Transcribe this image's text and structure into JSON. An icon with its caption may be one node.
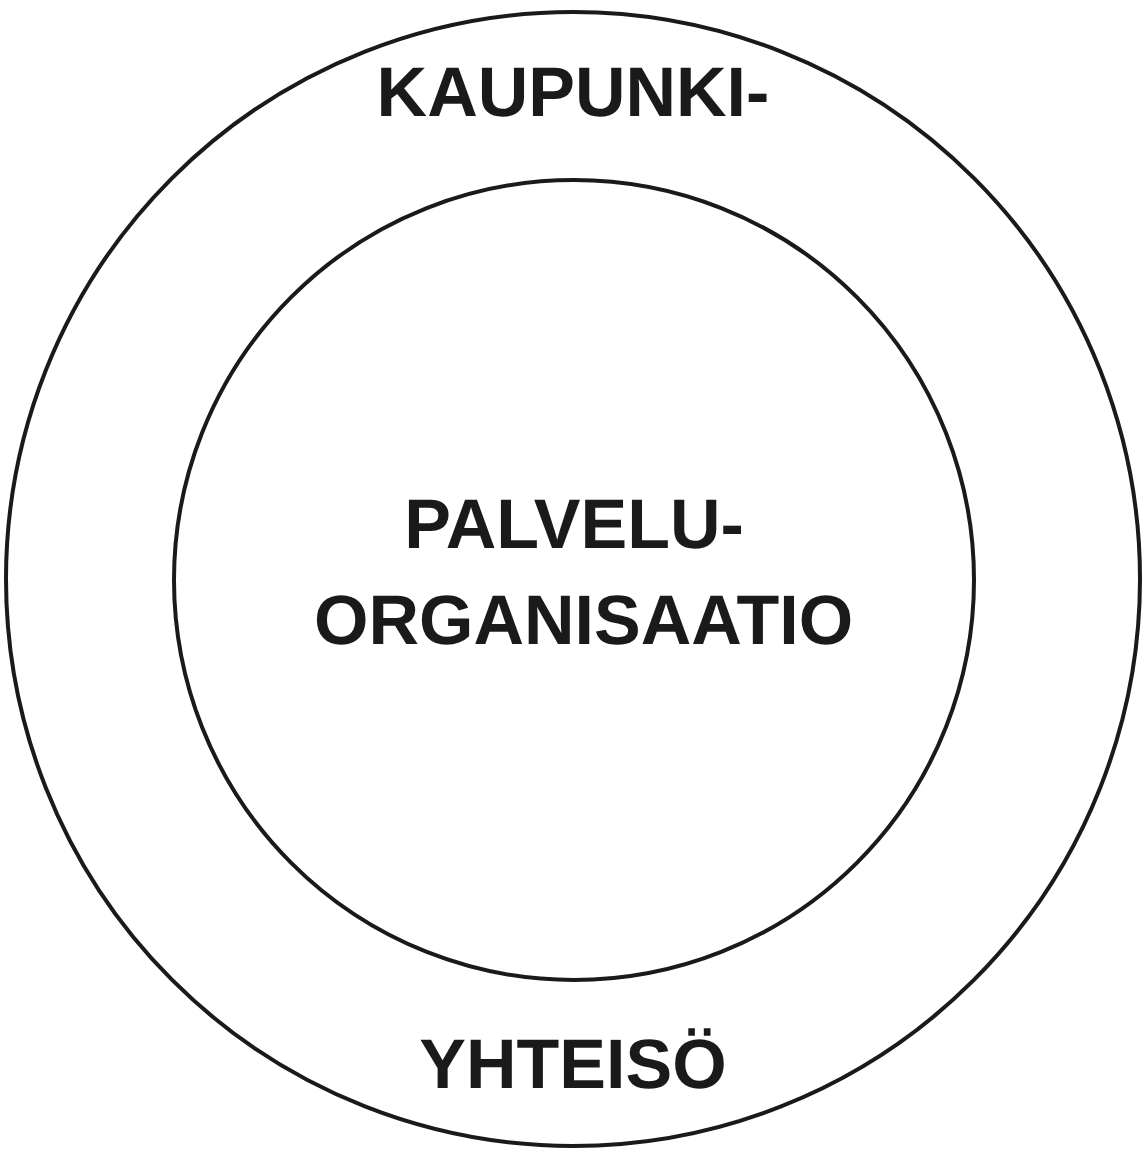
{
  "diagram": {
    "nodes": [
      {
        "text": [
          "KAUPUNKI-",
          "YHTEISÖ"
        ]
      },
      {
        "text": [
          "PALVELU- ORGANISAATIO"
        ],
        "in": 0
      }
    ]
  }
}
